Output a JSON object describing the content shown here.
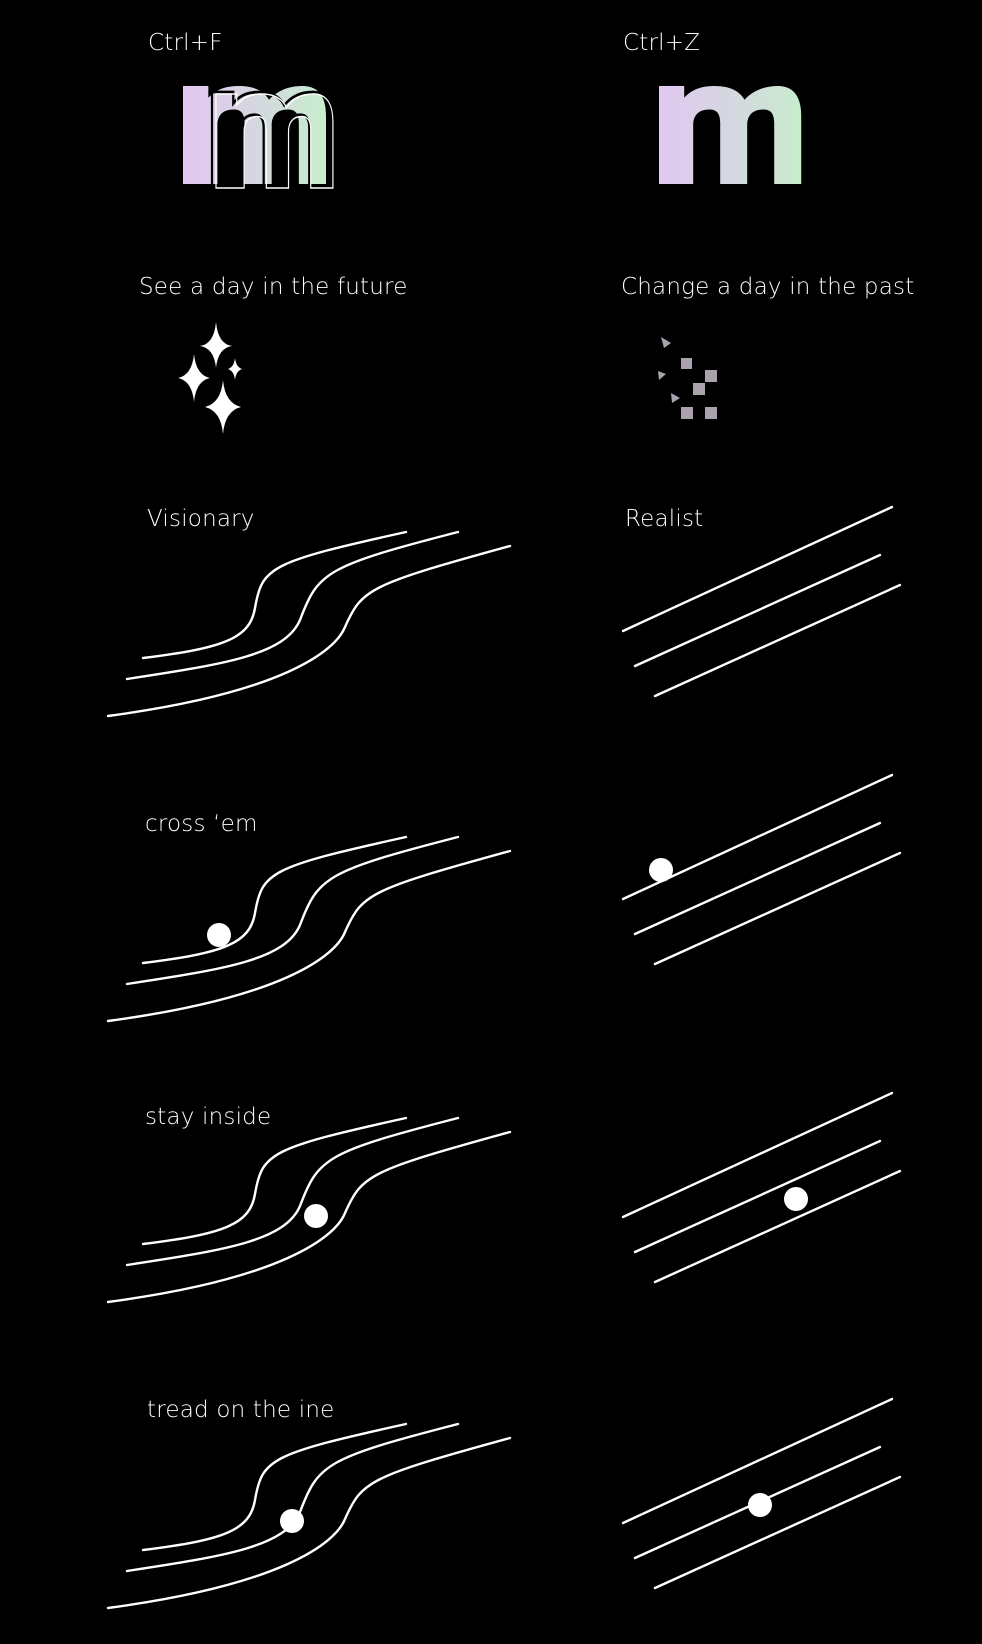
{
  "colors": {
    "background": "#000000",
    "foreground": "#ffffff",
    "gradient_start": "#e2c8f2",
    "gradient_end": "#c7edcd",
    "pixel_gray": "#a9a2ad"
  },
  "shortcuts": {
    "left": "Ctrl+F",
    "right": "Ctrl+Z"
  },
  "logos": {
    "left_icon": "outlined-m-logo",
    "right_icon": "solid-m-logo"
  },
  "captions": {
    "left": "See a day in the future",
    "right": "Change a day in the past",
    "left_icon": "sparkles-icon",
    "right_icon": "pixel-scatter-icon"
  },
  "modes": {
    "left": "Visionary",
    "right": "Realist"
  },
  "rules": [
    {
      "label": "cross ‘em"
    },
    {
      "label": "stay inside"
    },
    {
      "label": "tread on the ine"
    }
  ]
}
